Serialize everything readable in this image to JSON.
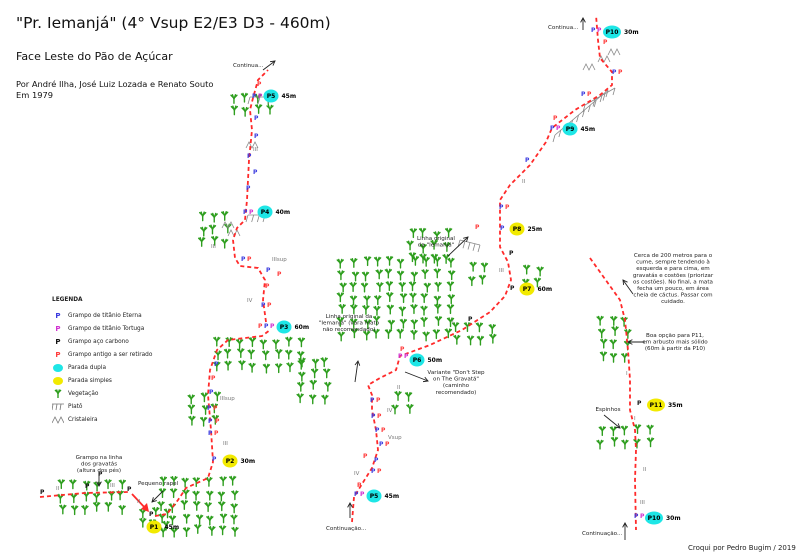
{
  "header": {
    "title": "\"Pr. Iemanjá\" (4° Vsup E2/E3 D3 - 460m)",
    "subtitle": "Face Leste do Pão de Açúcar",
    "authors": "Por André Ilha, José Luiz Lozada e Renato Souto",
    "year": "Em 1979"
  },
  "credit": "Croqui por Pedro Bugim / 2019",
  "bolt_letter": "P",
  "colors": {
    "route": "#ff2a2a",
    "bolt_eterna": "#3a3adf",
    "bolt_tortuga": "#d030d0",
    "bolt_carbono": "#111111",
    "bolt_antigo": "#ff3b3b",
    "parada_dupla": "#1ee6e6",
    "parada_simples": "#f2ea00",
    "vegetacao": "#2e9e1e",
    "plato": "#888888"
  },
  "legend": {
    "heading": "LEGENDA",
    "items": [
      {
        "symbol": "bolt_eterna",
        "label": "Grampo de titânio Eterna"
      },
      {
        "symbol": "bolt_tortuga",
        "label": "Grampo de titânio Tortuga"
      },
      {
        "symbol": "bolt_carbono",
        "label": "Grampo aço carbono"
      },
      {
        "symbol": "bolt_antigo",
        "label": "Grampo antigo a ser retirado"
      },
      {
        "symbol": "parada_dupla",
        "label": "Parada dupla"
      },
      {
        "symbol": "parada_simples",
        "label": "Parada simples"
      },
      {
        "symbol": "vegetacao",
        "label": "Vegetação"
      },
      {
        "symbol": "plato",
        "label": "Platô"
      },
      {
        "symbol": "cristaleira",
        "label": "Cristaleira"
      }
    ]
  },
  "stations": [
    {
      "name": "P1",
      "type": "simples",
      "length": "45m"
    },
    {
      "name": "P2",
      "type": "simples",
      "length": "30m"
    },
    {
      "name": "P3",
      "type": "dupla",
      "length": "60m"
    },
    {
      "name": "P4",
      "type": "dupla",
      "length": "40m"
    },
    {
      "name": "P5",
      "type": "dupla",
      "length": "45m"
    },
    {
      "name": "P5",
      "type": "dupla",
      "length": "45m"
    },
    {
      "name": "P6",
      "type": "dupla",
      "length": "50m"
    },
    {
      "name": "P7",
      "type": "simples",
      "length": "60m"
    },
    {
      "name": "P8",
      "type": "simples",
      "length": "25m"
    },
    {
      "name": "P9",
      "type": "dupla",
      "length": "45m"
    },
    {
      "name": "P10",
      "type": "dupla",
      "length": "30m"
    },
    {
      "name": "P11",
      "type": "simples",
      "length": "35m"
    },
    {
      "name": "P10",
      "type": "dupla",
      "length": "30m"
    }
  ],
  "grades": [
    "III",
    "III",
    "IIIsup",
    "IV",
    "IIIsup",
    "III",
    "II",
    "III",
    "II",
    "II",
    "III",
    "I",
    "II",
    "IV",
    "Vsup",
    "IV",
    "I",
    "I",
    "II",
    "III"
  ],
  "annotations": [
    {
      "lines": [
        "Continua..."
      ]
    },
    {
      "lines": [
        "Continua..."
      ]
    },
    {
      "lines": [
        "Continuação..."
      ]
    },
    {
      "lines": [
        "Continuação..."
      ]
    },
    {
      "lines": [
        "Grampo na linha",
        "dos gravatás",
        "(altura dos pés)"
      ]
    },
    {
      "lines": [
        "Pequeno rapel"
      ]
    },
    {
      "lines": [
        "Linha original",
        "da \"Iemanjá\""
      ]
    },
    {
      "lines": [
        "Linha original da",
        "\"Iemanjá\" (vara mato",
        "não recomendado)"
      ]
    },
    {
      "lines": [
        "Variante \"Don't Step",
        "on The Gravatá\"",
        "(caminho",
        "recomendado)"
      ]
    },
    {
      "lines": [
        "Cerca de 200 metros para o",
        "cume, sempre tendendo à",
        "esquerda e para cima, em",
        "gravatás e costões (priorizar",
        "os costões). No final, a mata",
        "fecha um pouco, em área",
        "cheia de cáctus. Passar com",
        "cuidado."
      ]
    },
    {
      "lines": [
        "Boa opção para P11,",
        "em arbusto mais sólido",
        "(60m à partir da P10)"
      ]
    },
    {
      "lines": [
        "Espinhos"
      ]
    }
  ]
}
